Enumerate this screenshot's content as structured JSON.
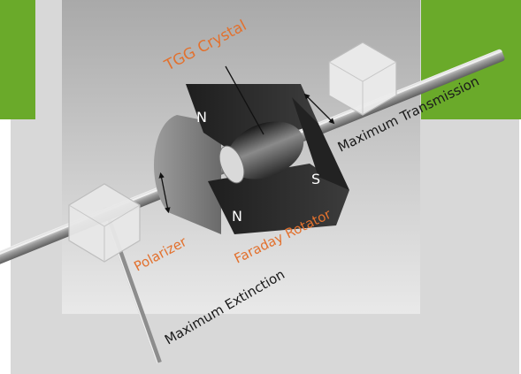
{
  "labels": {
    "tgg_crystal": "TGG Crystal",
    "maximum_transmission": "Maximum Transmission",
    "polarizer": "Polarizer",
    "faraday_rotator": "Faraday Rotator",
    "maximum_extinction": "Maximum Extinction",
    "magnet_north_top": "N",
    "magnet_north_bottom": "N",
    "magnet_south": "S"
  },
  "colors": {
    "accent_green": "#6aaa2a",
    "label_orange": "#e2712e",
    "label_dark": "#1a1a1a",
    "magnet_dark": "#2e2e2e"
  }
}
